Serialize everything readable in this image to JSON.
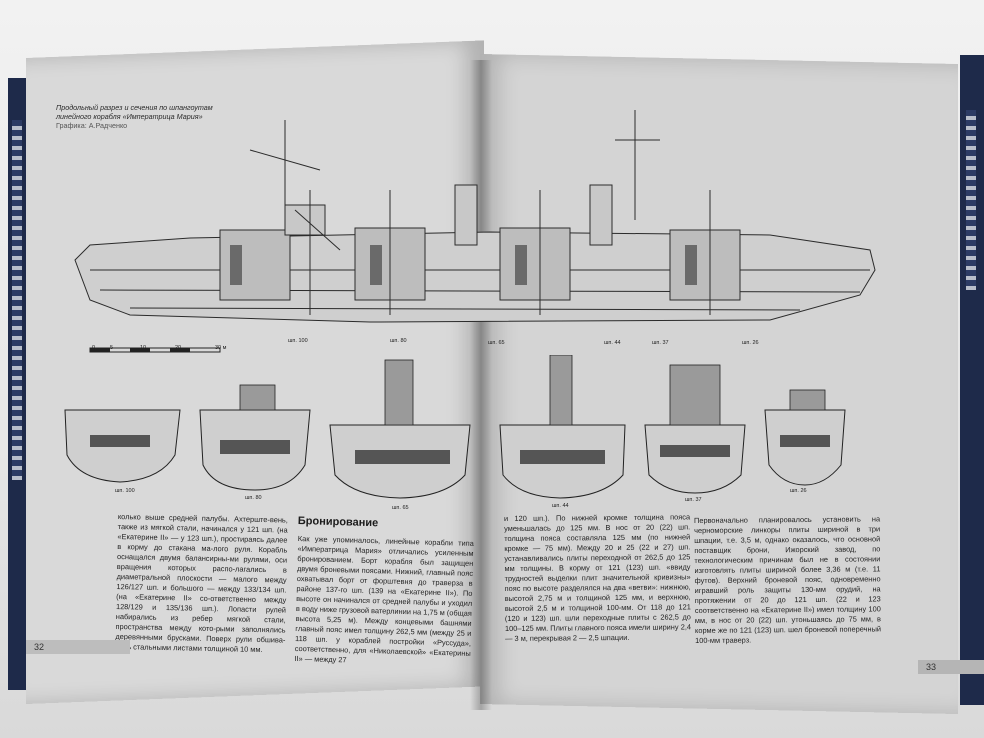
{
  "caption": {
    "line1": "Продольный разрез и сечения по шпангоутам",
    "line2": "линейного корабля «Императрица Мария»",
    "credit": "Графика: А.Радченко"
  },
  "scale": {
    "ticks": [
      "0",
      "5",
      "10",
      "20",
      "30 м"
    ]
  },
  "frames_top": [
    "шп. 100",
    "шп. 80",
    "шп. 65",
    "шп. 44",
    "шп. 37",
    "шп. 26"
  ],
  "sections": [
    "шп. 100",
    "шп. 80",
    "шп. 65",
    "шп. 44",
    "шп. 37",
    "шп. 26"
  ],
  "col1": "колько выше средней палубы. Ахтерште-вень, также из мягкой стали, начинался у 121 шп. (на «Екатерине II» — у 123 шп.), простираясь далее в корму до стакана ма-лого руля. Корабль оснащался двумя балансирны-ми рулями, оси вращения которых распо-лагались в диаметральной плоскости — малого между 126/127 шп. и большого — между 133/134 шп. (на «Екатерине II» со-ответственно между 128/129 и 135/136 шп.). Лопасти рулей набирались из ребер мягкой стали, пространства между кото-рыми заполнялись деревянными брусками. Поверх рули обшива-лись стальными листами толщиной 10 мм.",
  "heading": "Бронирование",
  "col2": "Как уже упоминалось, линейные корабли типа «Императрица Мария» отличались усиленным бронированием. Борт корабля был защищен двумя броневыми поясами. Нижний, главный пояс охватывал борт от форштевня до траверза в районе 137-го шп. (139 на «Екатерине II»). По высоте он начинался от средней палубы и уходил в воду ниже грузовой ватерлинии на 1,75 м (общая высота 5,25 м). Между концевыми башнями главный пояс имел толщину 262,5 мм (между 25 и 118 шп. у кораблей постройки «Руссуда», соответственно, для «Николаевской» «Екатерины II» — между 27",
  "col3": "и 120 шп.). По нижней кромке толщина пояса уменьшалась до 125 мм. В нос от 20 (22) шп. толщина пояса составляла 125 мм (по нижней кромке — 75 мм). Между 20 и 25 (22 и 27) шп. устанавливались плиты переходной от 262,5 до 125 мм толщины. В корму от 121 (123) шп. «ввиду трудностей выделки плит значительной кривизны» пояс по высоте разделялся на два «ветви»: нижнюю, высотой 2,75 м и толщиной 125 мм, и верхнюю, высотой 2,5 м и толщиной 100-мм. От 118 до 121 (120 и 123) шп. шли переходные плиты с 262,5 до 100–125 мм. Плиты главного пояса имели ширину 2,4 — 3 м, перекрывая 2 — 2,5 шпации.",
  "col4": "Первоначально планировалось установить на черноморские линкоры плиты шириной в три шпации, т.е. 3,5 м, однако оказалось, что основной поставщик брони, Ижорский завод, по технологическим причинам был не в состоянии изготовлять плиты шириной более 3,36 м (т.е. 11 футов). Верхний броневой пояс, одновременно игравший роль защиты 130-мм орудий, на протяжении от 20 до 121 шп. (22 и 123 соответственно на «Екатерине II») имел толщину 100 мм, в нос от 20 (22) шп. утоньшаясь до 75 мм, в корме же по 121 (123) шп. шел броневой поперечный 100-мм траверз.",
  "page_left": "32",
  "page_right": "33"
}
